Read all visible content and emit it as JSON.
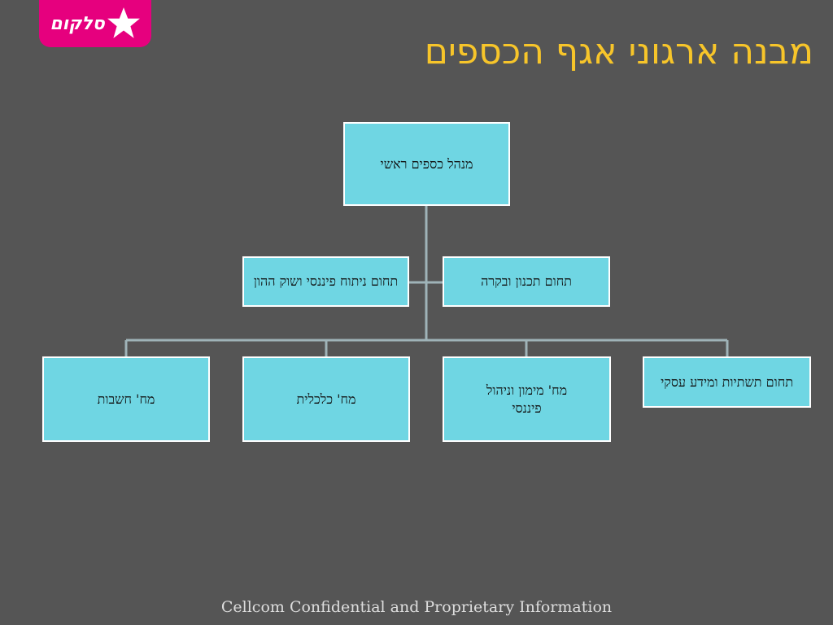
{
  "logo": {
    "text": "סלקום",
    "icon": "star-icon",
    "brand_color": "#e6007e"
  },
  "title": "מבנה ארגוני אגף הכספים",
  "org_chart": {
    "root": "מנהל כספים ראשי",
    "staff": [
      "תחום ניתוח פיננסי ושוק ההון",
      "תחום תכנון ובקרה"
    ],
    "departments": [
      "מח' חשבות",
      "מח' כלכלית",
      "מח' מימון וניהול פיננסי",
      "תחום תשתיות ומידע עסקי"
    ]
  },
  "footer": "Cellcom Confidential and Proprietary Information",
  "colors": {
    "background": "#555555",
    "box": "#6fd6e3",
    "title": "#f7c52a",
    "line": "#9fb3b8"
  }
}
